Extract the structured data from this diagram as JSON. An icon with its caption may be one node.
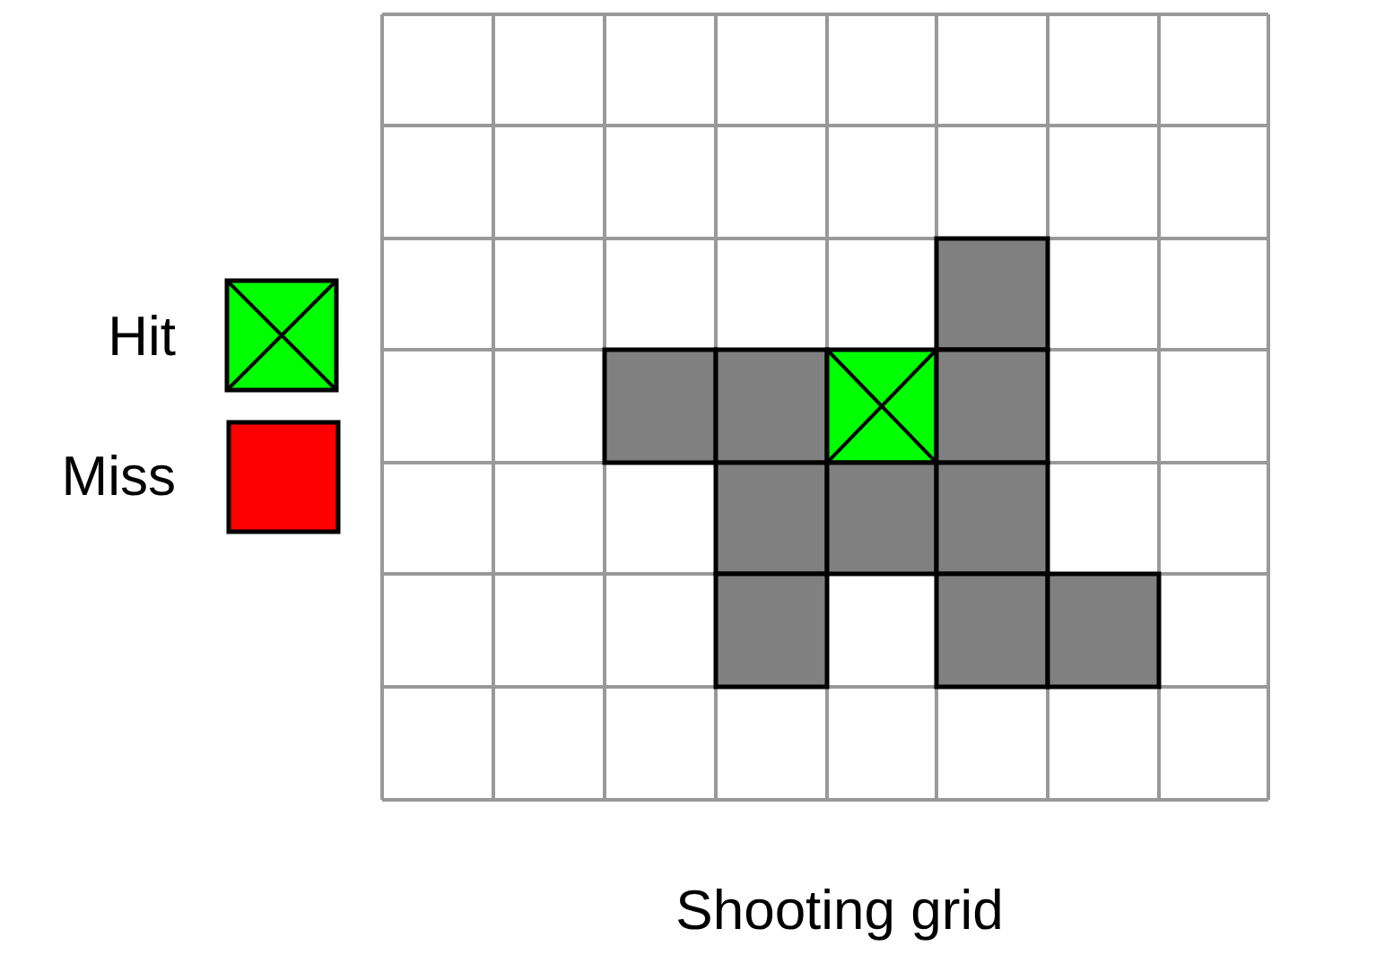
{
  "diagram": {
    "caption": "Shooting grid",
    "legend": [
      {
        "text": "Hit",
        "color": "#00ff00"
      },
      {
        "text": "Miss",
        "color": "#ff0000"
      }
    ]
  }
}
